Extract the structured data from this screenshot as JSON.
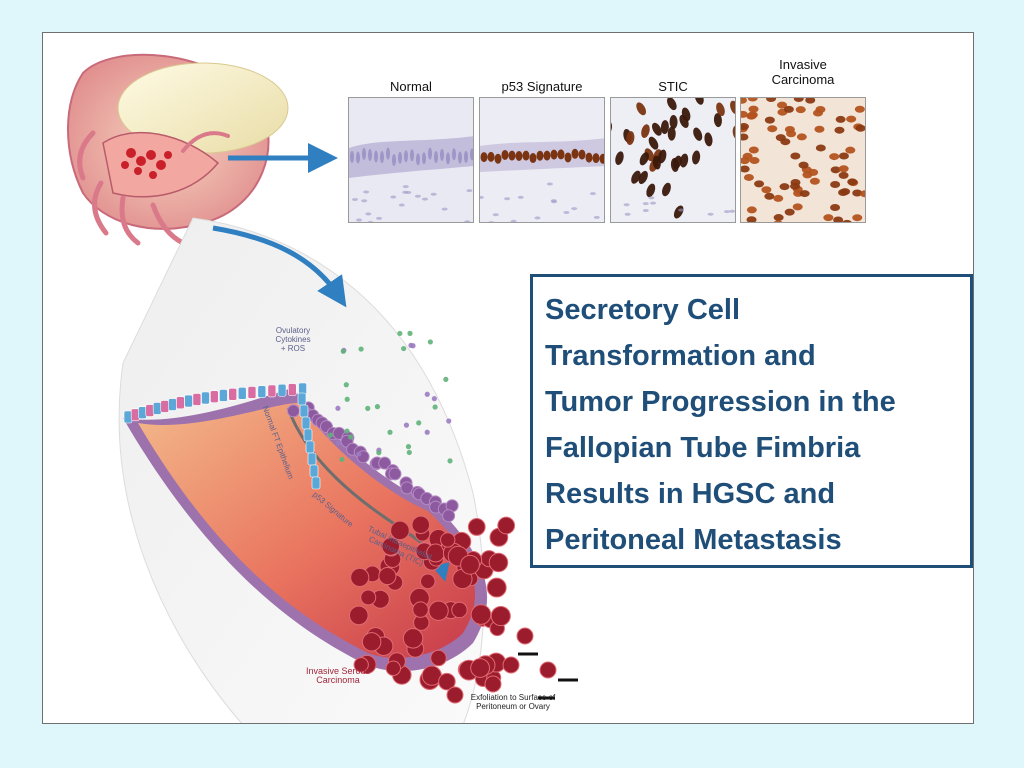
{
  "panels": [
    {
      "label": "Normal",
      "kind": "normal"
    },
    {
      "label": "p53 Signature",
      "kind": "p53"
    },
    {
      "label": "STIC",
      "kind": "stic"
    },
    {
      "label": "Invasive\nCarcinoma",
      "kind": "invasive"
    }
  ],
  "diagram_labels": {
    "cytokines": "Ovulatory\nCytokines\n+ ROS",
    "normal_ft": "Normal FT Epithelium",
    "p53_signature": "p53 Signature",
    "stic": "Tubal Intraepithelial\nCarcinoma (TIC)",
    "invasive_serous": "Invasive Serous\nCarcinoma",
    "exfoliation": "Exfoliation to Surface of\nPeritoneum or Ovary"
  },
  "title": "Secretory Cell\nTransformation and\nTumor Progression in the\nFallopian Tube Fimbria\nResults in HGSC and\nPeritoneal Metastasis",
  "colors": {
    "background": "#dff6fb",
    "title": "#1f4e79",
    "arrow": "#2f7fc1",
    "tumor": "#9b1c2c",
    "stain_brown": "#7a3411",
    "epithelium_purple": "#8d5aa0"
  }
}
